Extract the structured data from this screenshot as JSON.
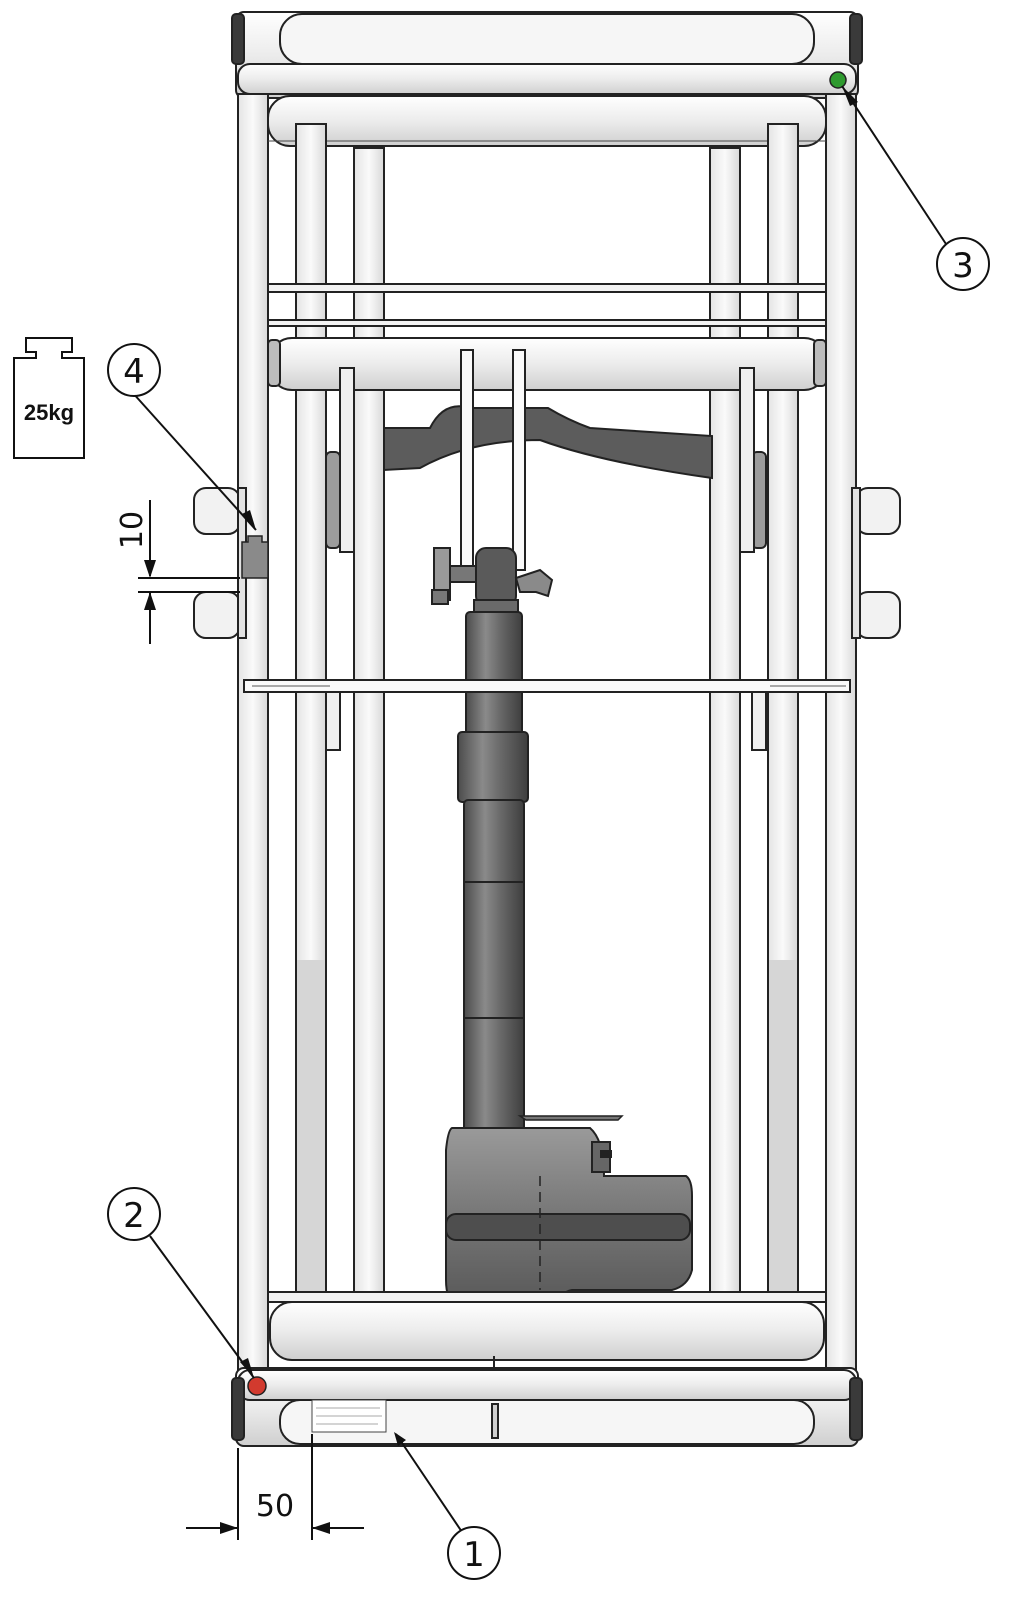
{
  "callouts": {
    "c1": "1",
    "c2": "2",
    "c3": "3",
    "c4": "4"
  },
  "dimensions": {
    "horizontal": "50",
    "vertical": "10"
  },
  "weight": {
    "label": "25kg"
  },
  "markers": {
    "green_color": "#2e9a2e",
    "red_color": "#d23a2e"
  },
  "colors": {
    "frame_fill": "#f3f3f3",
    "frame_stroke": "#222222",
    "actuator_fill": "#6e6e6e",
    "actuator_dark": "#555555"
  }
}
